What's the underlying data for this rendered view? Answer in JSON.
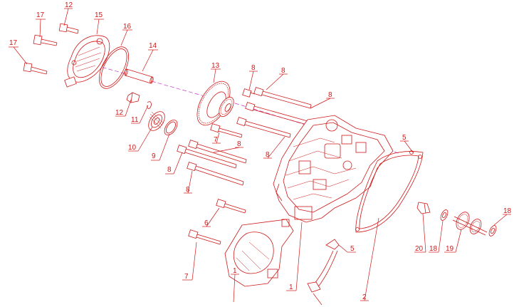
{
  "diagram": {
    "line_color": "#d01818",
    "axis_color": "#c23cc8",
    "callouts": [
      {
        "id": "c17a",
        "text": "17"
      },
      {
        "id": "c12a",
        "text": "12"
      },
      {
        "id": "c15",
        "text": "15"
      },
      {
        "id": "c16",
        "text": "16"
      },
      {
        "id": "c17b",
        "text": "17"
      },
      {
        "id": "c14",
        "text": "14"
      },
      {
        "id": "c13",
        "text": "13"
      },
      {
        "id": "c8a",
        "text": "8"
      },
      {
        "id": "c8b",
        "text": "8"
      },
      {
        "id": "c8c",
        "text": "8"
      },
      {
        "id": "c12b",
        "text": "12"
      },
      {
        "id": "c11",
        "text": "11"
      },
      {
        "id": "c10",
        "text": "10"
      },
      {
        "id": "c9",
        "text": "9"
      },
      {
        "id": "c7a",
        "text": "7"
      },
      {
        "id": "c8d",
        "text": "8"
      },
      {
        "id": "c8e",
        "text": "8"
      },
      {
        "id": "c8f",
        "text": "8"
      },
      {
        "id": "c8g",
        "text": "8"
      },
      {
        "id": "c5a",
        "text": "5"
      },
      {
        "id": "c6",
        "text": "6"
      },
      {
        "id": "c7b",
        "text": "7"
      },
      {
        "id": "c1a",
        "text": "1"
      },
      {
        "id": "c1b",
        "text": "1"
      },
      {
        "id": "c5b",
        "text": "5"
      },
      {
        "id": "c2",
        "text": "2"
      },
      {
        "id": "c20",
        "text": "20"
      },
      {
        "id": "c18a",
        "text": "18"
      },
      {
        "id": "c19",
        "text": "19"
      },
      {
        "id": "c18b",
        "text": "18"
      }
    ]
  }
}
